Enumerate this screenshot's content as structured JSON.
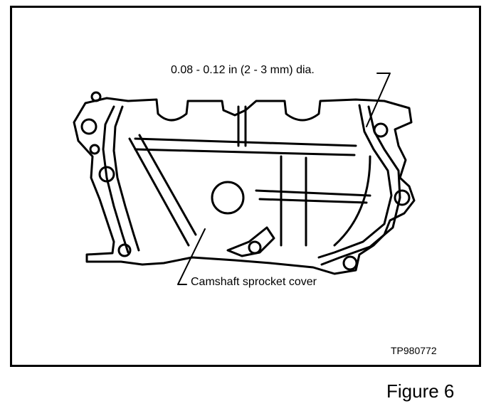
{
  "diagram": {
    "dimension_callout": "0.08 - 0.12 in (2 - 3 mm) dia.",
    "part_callout": "Camshaft sprocket cover",
    "reference_code": "TP980772",
    "figure_caption": "Figure 6",
    "colors": {
      "ink": "#000000",
      "paper": "#ffffff"
    }
  }
}
